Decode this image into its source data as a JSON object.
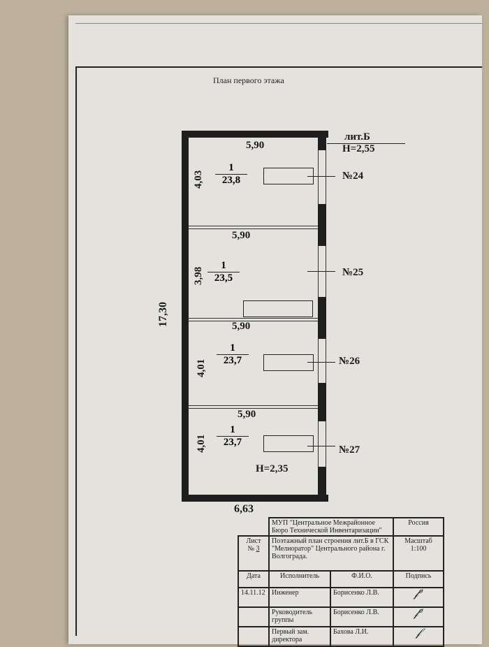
{
  "plan": {
    "title": "План первого этажа",
    "lit": "лит.Б",
    "height_top": "Н=2,55",
    "height_bottom": "Н=2,35",
    "total_length": "17,30",
    "width_bottom": "6,63",
    "rooms": [
      {
        "width": "5,90",
        "length": "4,03",
        "num": "1",
        "area": "23,8",
        "label": "№24"
      },
      {
        "width": "5,90",
        "length": "3,98",
        "num": "1",
        "area": "23,5",
        "label": "№25"
      },
      {
        "width": "5,90",
        "length": "4,01",
        "num": "1",
        "area": "23,7",
        "label": "№26"
      },
      {
        "width": "5,90",
        "length": "4,01",
        "num": "1",
        "area": "23,7",
        "label": "№27"
      }
    ]
  },
  "stamp": {
    "org": "МУП \"Центральное Межрайонное Бюро Технической Инвентаризации\"",
    "country": "Россия",
    "desc": "Поэтажный план строения лит.Б в ГСК \"Мелиоратор\" Центрального района г. Волгограда.",
    "sheet_label": "Лист",
    "sheet_no_label": "№",
    "sheet_no": "3",
    "scale_label": "Масштаб",
    "scale": "1:100",
    "headers": [
      "Дата",
      "Исполнитель",
      "Ф.И.О.",
      "Подпись"
    ],
    "rows": [
      {
        "date": "14.11.12",
        "role": "Инженер",
        "name": "Борисенко Л.В."
      },
      {
        "date": "",
        "role": "Руководитель группы",
        "name": "Борисенко Л.В."
      },
      {
        "date": "",
        "role": "Первый зам. директора",
        "name": "Бахова Л.И."
      }
    ]
  }
}
